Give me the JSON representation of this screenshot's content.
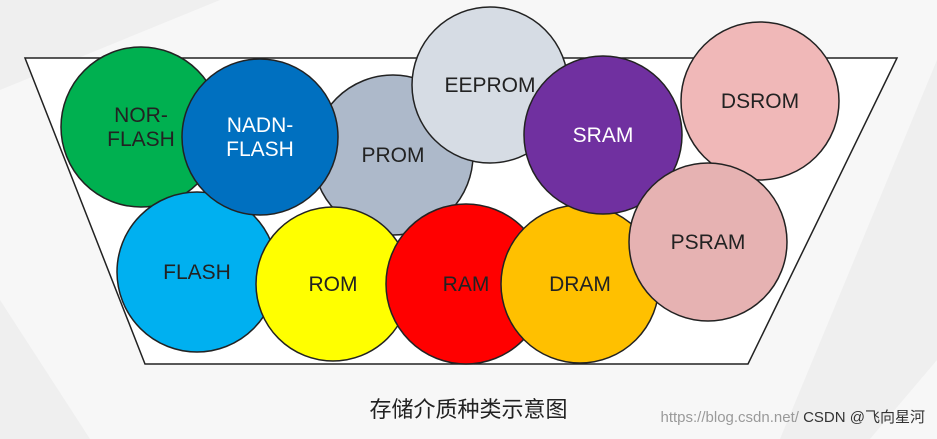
{
  "diagram": {
    "caption": "存储介质种类示意图",
    "circles": [
      {
        "id": "nor-flash",
        "label_lines": [
          "NOR-",
          "FLASH"
        ],
        "fill": "#00b050",
        "text_color": "#222222"
      },
      {
        "id": "nadn-flash",
        "label_lines": [
          "NADN-",
          "FLASH"
        ],
        "fill": "#0070c0",
        "text_color": "#ffffff"
      },
      {
        "id": "prom",
        "label_lines": [
          "PROM"
        ],
        "fill": "#adb9ca",
        "text_color": "#222222"
      },
      {
        "id": "eeprom",
        "label_lines": [
          "EEPROM"
        ],
        "fill": "#d6dce4",
        "text_color": "#222222"
      },
      {
        "id": "sram",
        "label_lines": [
          "SRAM"
        ],
        "fill": "#7030a0",
        "text_color": "#ffffff"
      },
      {
        "id": "dsrom",
        "label_lines": [
          "DSROM"
        ],
        "fill": "#f0b8b8",
        "text_color": "#222222"
      },
      {
        "id": "flash",
        "label_lines": [
          "FLASH"
        ],
        "fill": "#00b0f0",
        "text_color": "#222222"
      },
      {
        "id": "rom",
        "label_lines": [
          "ROM"
        ],
        "fill": "#ffff00",
        "text_color": "#222222"
      },
      {
        "id": "ram",
        "label_lines": [
          "RAM"
        ],
        "fill": "#ff0000",
        "text_color": "#222222"
      },
      {
        "id": "dram",
        "label_lines": [
          "DRAM"
        ],
        "fill": "#ffc000",
        "text_color": "#222222"
      },
      {
        "id": "psram",
        "label_lines": [
          "PSRAM"
        ],
        "fill": "#e6b2b2",
        "text_color": "#222222"
      }
    ]
  },
  "watermark": {
    "url": "https://blog.csdn.net/",
    "brand": "CSDN @飞向星河"
  }
}
